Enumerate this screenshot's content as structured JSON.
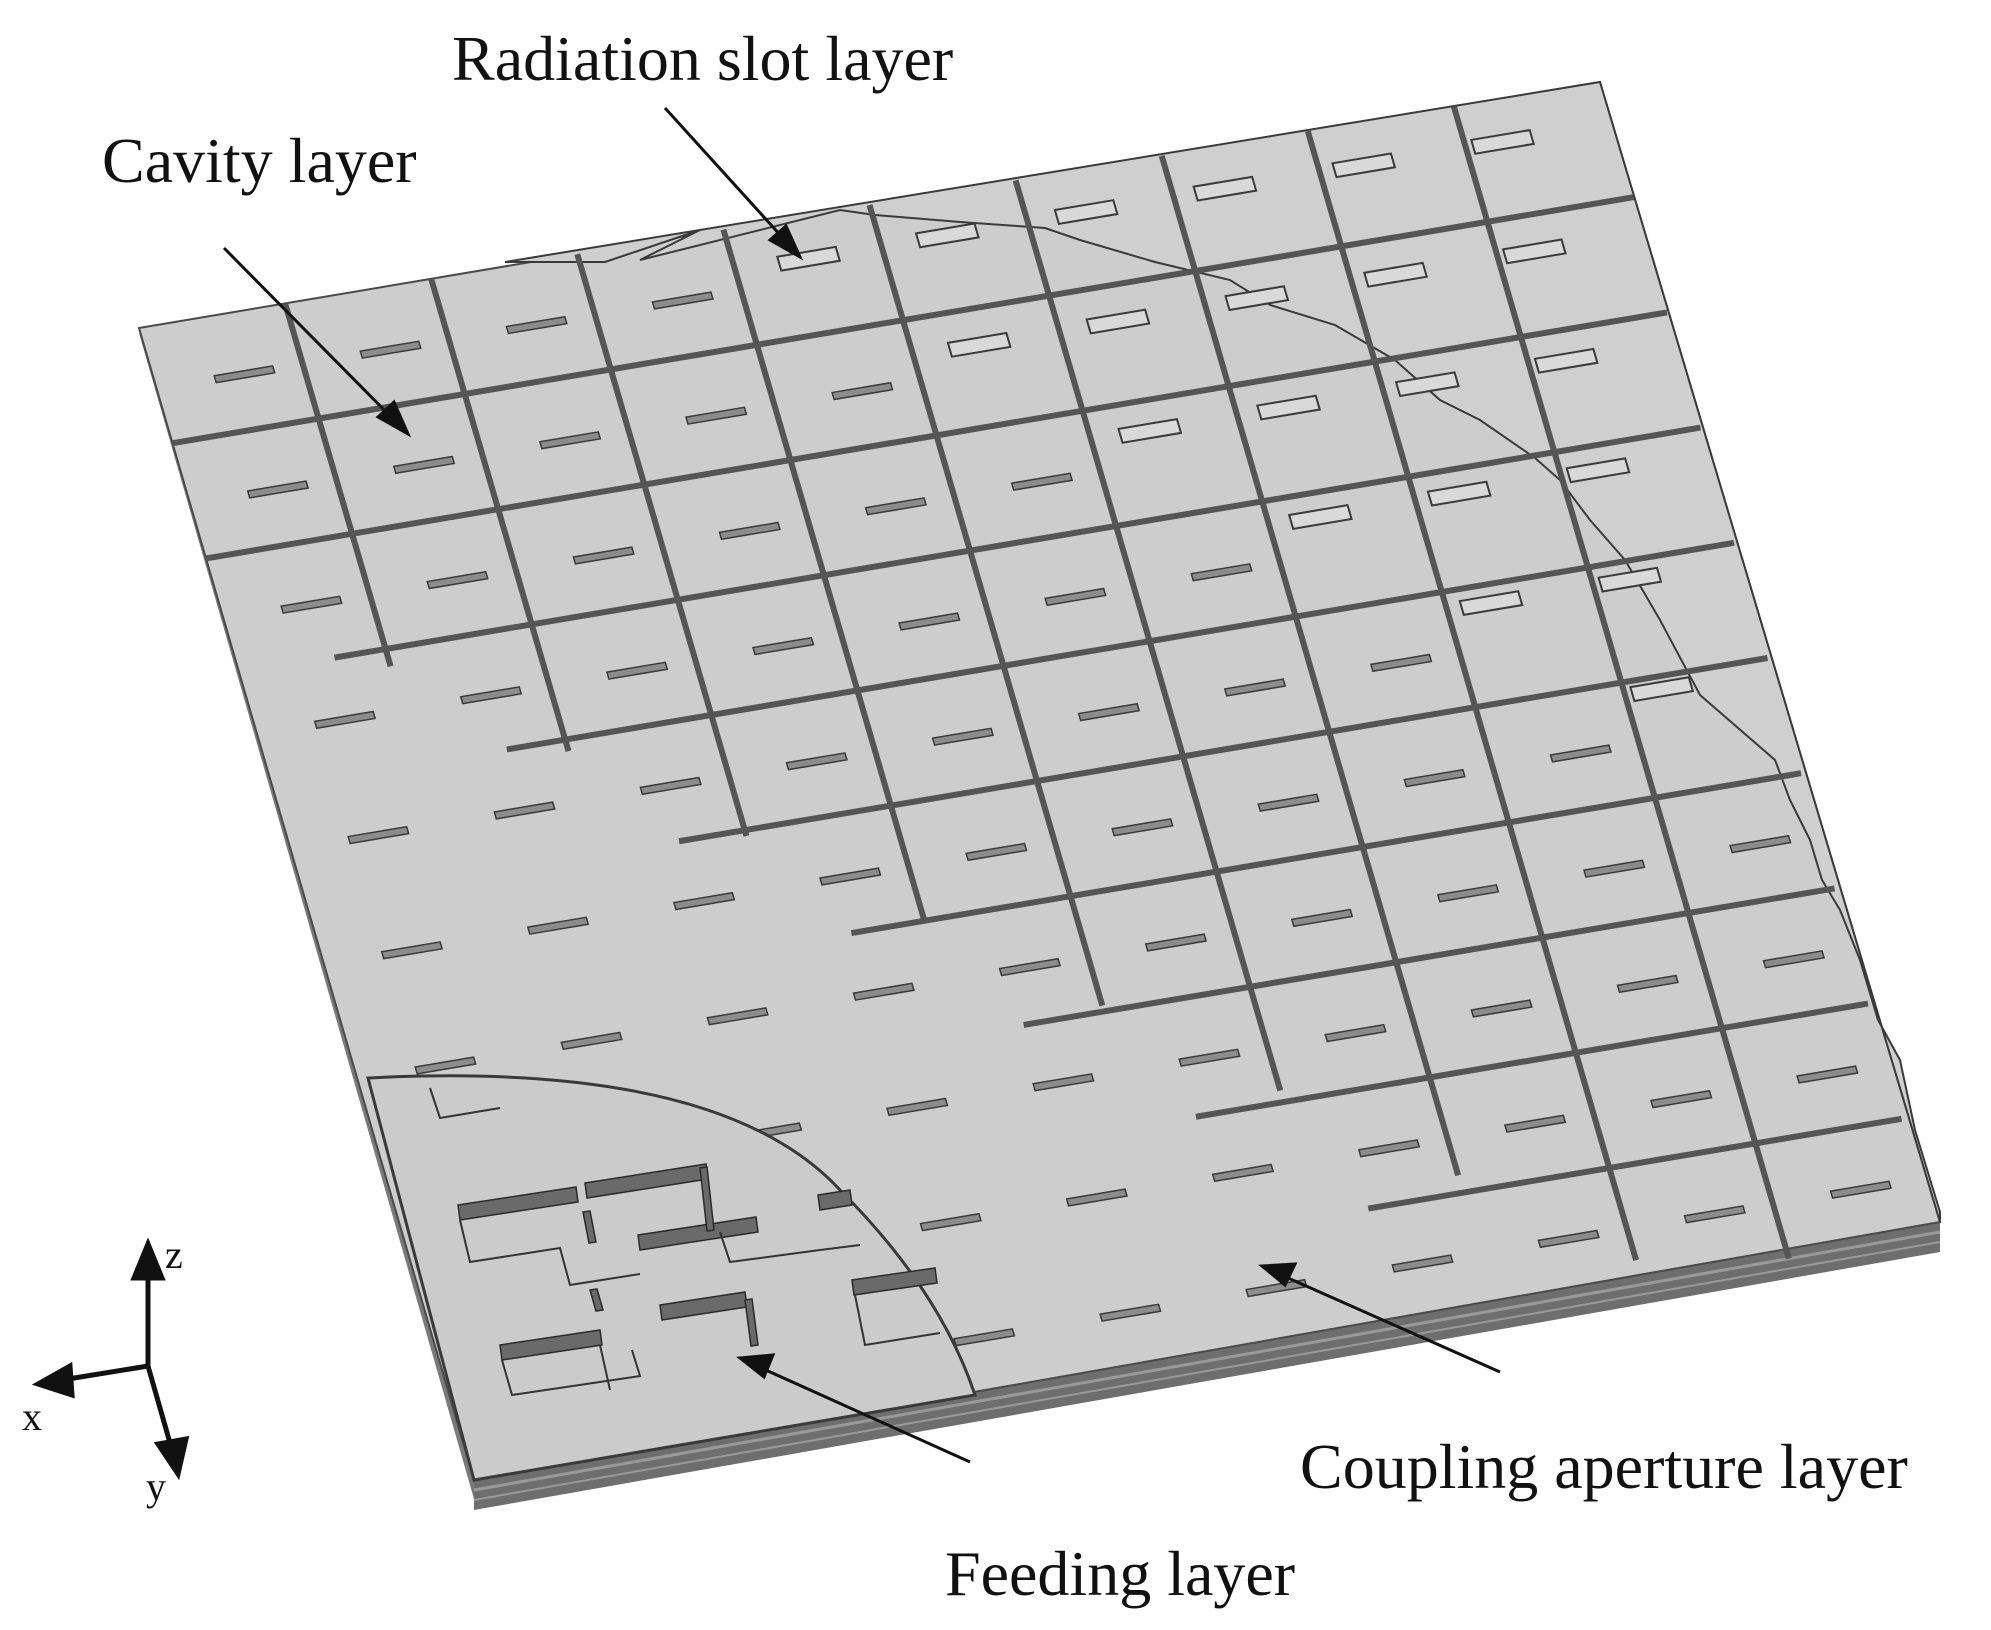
{
  "labels": {
    "radiation": "Radiation slot layer",
    "cavity": "Cavity layer",
    "coupling": "Coupling aperture layer",
    "feeding": "Feeding layer"
  },
  "axes": {
    "z": "z",
    "x": "x",
    "y": "y"
  },
  "colors": {
    "plate": "#cdcdcd",
    "plate_edge": "#6e6e6e",
    "slot": "#8c8c8c",
    "line": "#1a1a1a",
    "background": "#ffffff"
  }
}
